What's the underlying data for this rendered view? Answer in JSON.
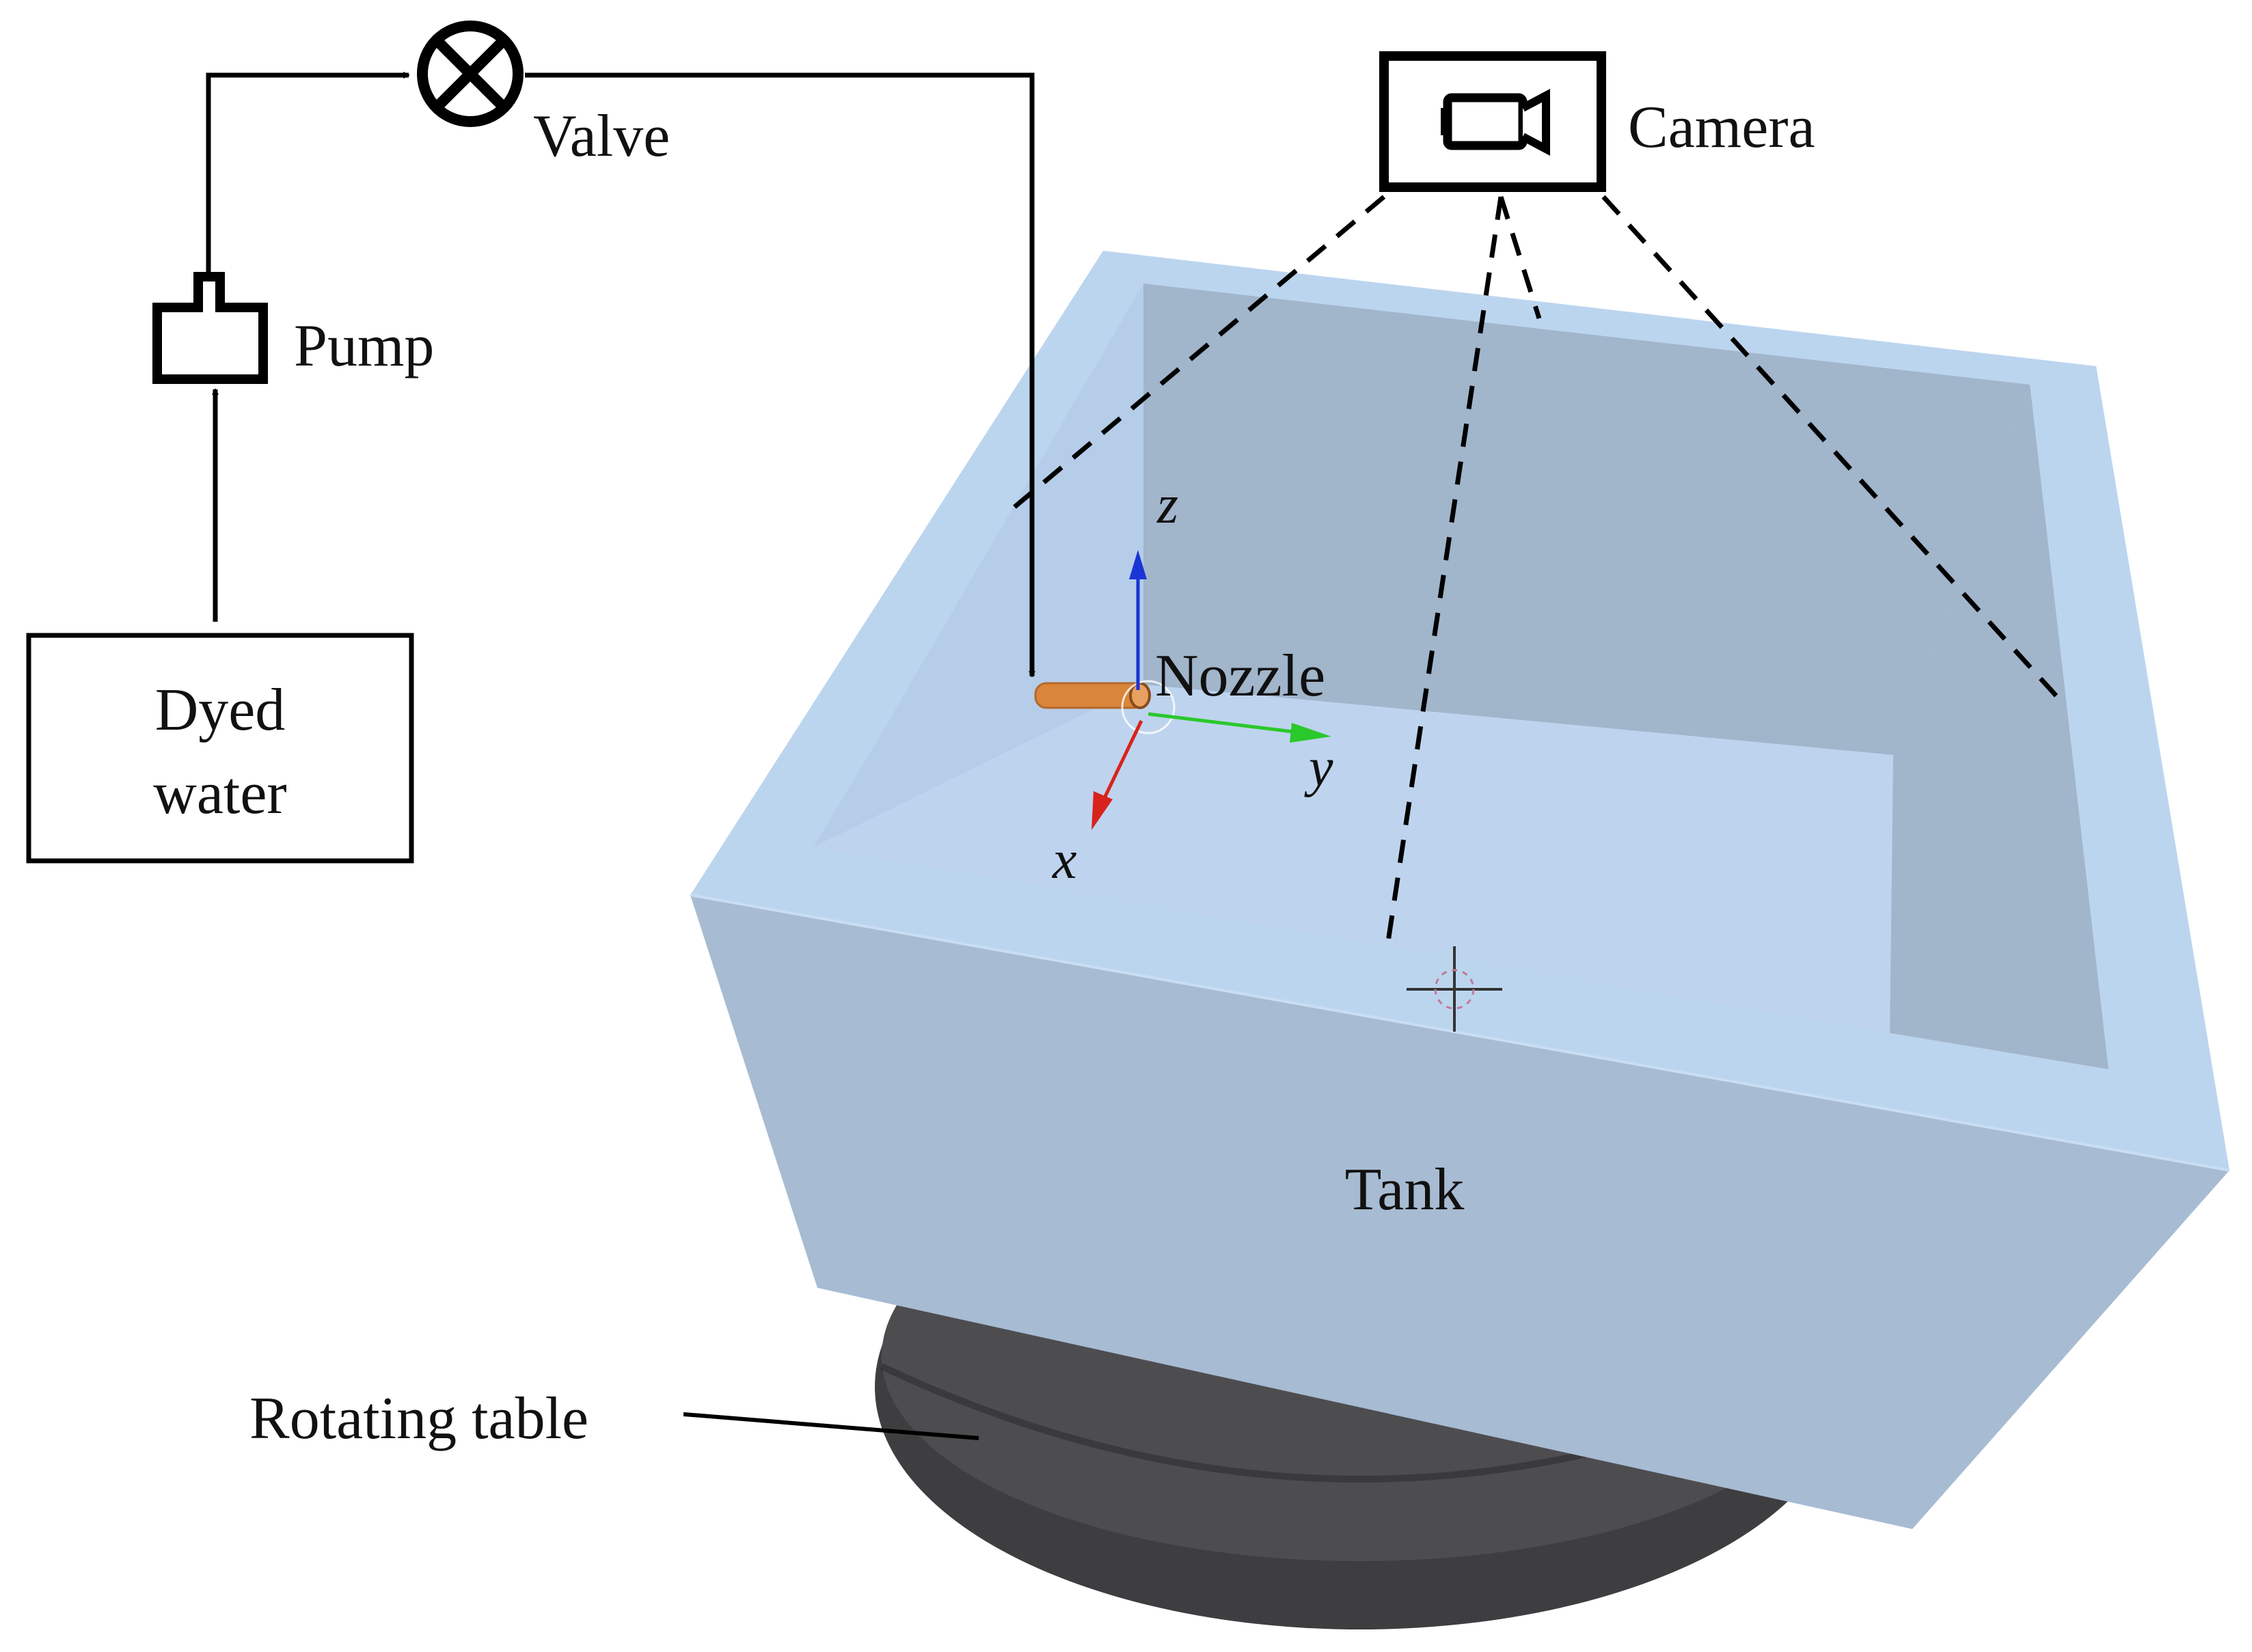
{
  "labels": {
    "dyed_water_line1": "Dyed",
    "dyed_water_line2": "water",
    "pump": "Pump",
    "valve": "Valve",
    "camera": "Camera",
    "nozzle": "Nozzle",
    "tank": "Tank",
    "rotating_table": "Rotating table"
  },
  "axes": {
    "x": "x",
    "y": "y",
    "z": "z"
  },
  "colors": {
    "tank_face": "#a7bbd2",
    "tank_rim": "#bcd5ef",
    "tank_inner_back": "#a1b5cb",
    "tank_inner_left": "#b5cde9",
    "tank_inner_floor": "#bed4ee",
    "rotating_table": "#454548",
    "nozzle": "#d9853b",
    "axis_x": "#d8231c",
    "axis_y": "#2bc82b",
    "axis_z": "#1b34d6"
  }
}
